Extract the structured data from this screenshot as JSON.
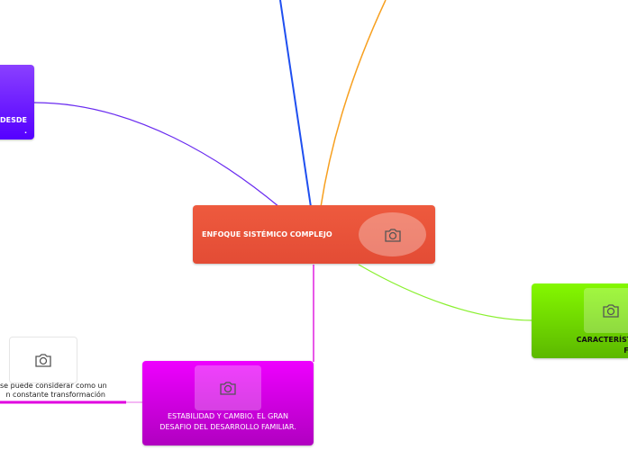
{
  "central": {
    "label": "ENFOQUE SISTÉMICO COMPLEJO",
    "color": "#ec533b"
  },
  "nodes": [
    {
      "label": "DESDE\n.",
      "color": "#6a11ff"
    },
    {
      "label": "ESTABILIDAD Y CAMBIO. EL GRAN DESAFIO DEL DESARROLLO FAMILIAR.",
      "color": "#d800e0"
    },
    {
      "label": "CARACTERÍSTICAS\nFAMILI",
      "color": "#6ed000"
    }
  ],
  "subtopic": {
    "label": "se puede considerar como un\nn constante transformación"
  },
  "icons": {
    "image_placeholder": "camera-icon"
  }
}
